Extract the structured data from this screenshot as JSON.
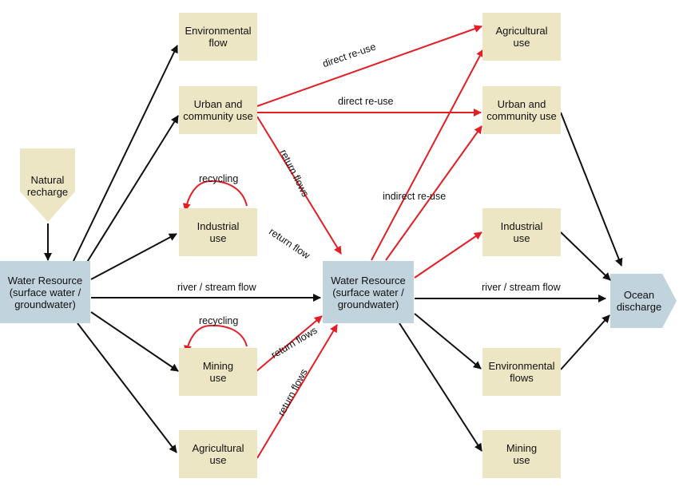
{
  "colors": {
    "box_fill": "#ede6c4",
    "resource_fill": "#c1d3dd",
    "black_arrow": "#111111",
    "red_arrow": "#e31e24"
  },
  "nodes": {
    "natural_recharge": "Natural\nrecharge",
    "water_resource_left": "Water Resource\n(surface water /\ngroundwater)",
    "water_resource_center": "Water Resource\n(surface water /\ngroundwater)",
    "ocean_discharge": "Ocean\ndischarge",
    "left_environmental": "Environmental\nflow",
    "left_urban": "Urban and\ncommunity use",
    "left_industrial": "Industrial\nuse",
    "left_mining": "Mining\nuse",
    "left_agricultural": "Agricultural\nuse",
    "right_agricultural": "Agricultural\nuse",
    "right_urban": "Urban and\ncommunity use",
    "right_industrial": "Industrial\nuse",
    "right_environmental": "Environmental\nflows",
    "right_mining": "Mining\nuse"
  },
  "labels": {
    "direct_reuse_upper": "direct re-use",
    "direct_reuse_lower": "direct re-use",
    "indirect_reuse": "indirect re-use",
    "recycling_industrial": "recycling",
    "recycling_mining": "recycling",
    "return_flows_urban": "return flows",
    "return_flow_industrial": "return flow",
    "return_flows_mining": "return flows",
    "return_flows_agricultural": "return flows",
    "river_stream_left": "river / stream flow",
    "river_stream_right": "river / stream flow"
  }
}
